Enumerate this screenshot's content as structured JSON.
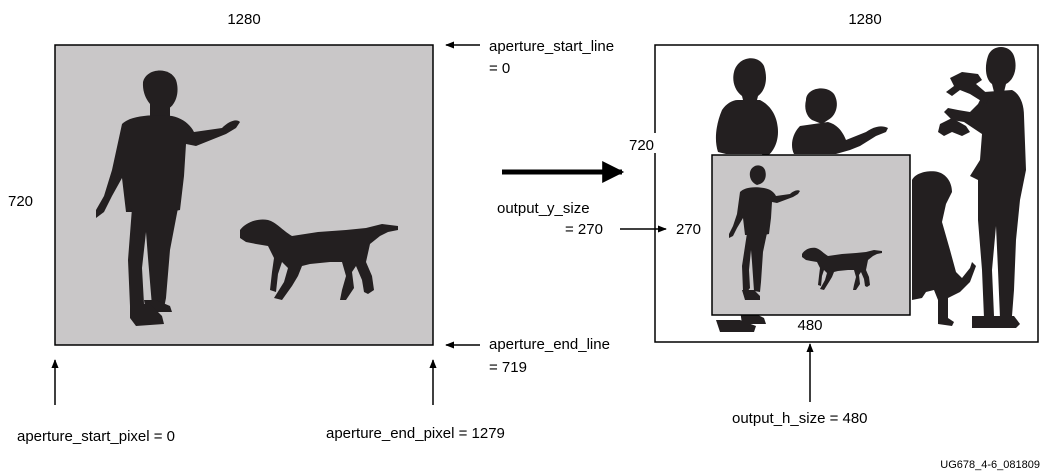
{
  "colors": {
    "frame_fill": "#c9c7c8",
    "silhouette": "#231f20",
    "stroke": "#000000",
    "background": "#ffffff"
  },
  "input_frame": {
    "width_label": "1280",
    "height_label": "720",
    "aperture_start_line": [
      "aperture_start_line",
      "= 0"
    ],
    "aperture_end_line": [
      "aperture_end_line",
      "= 719"
    ],
    "aperture_start_pixel": "aperture_start_pixel = 0",
    "aperture_end_pixel": "aperture_end_pixel = 1279"
  },
  "output_frame": {
    "width_label": "1280",
    "height_label": "720",
    "inset_height_label": "270",
    "inset_width_label": "480",
    "output_y_size": [
      "output_y_size",
      "= 270"
    ],
    "output_h_size": "output_h_size = 480"
  },
  "figure_id": "UG678_4-6_081809"
}
